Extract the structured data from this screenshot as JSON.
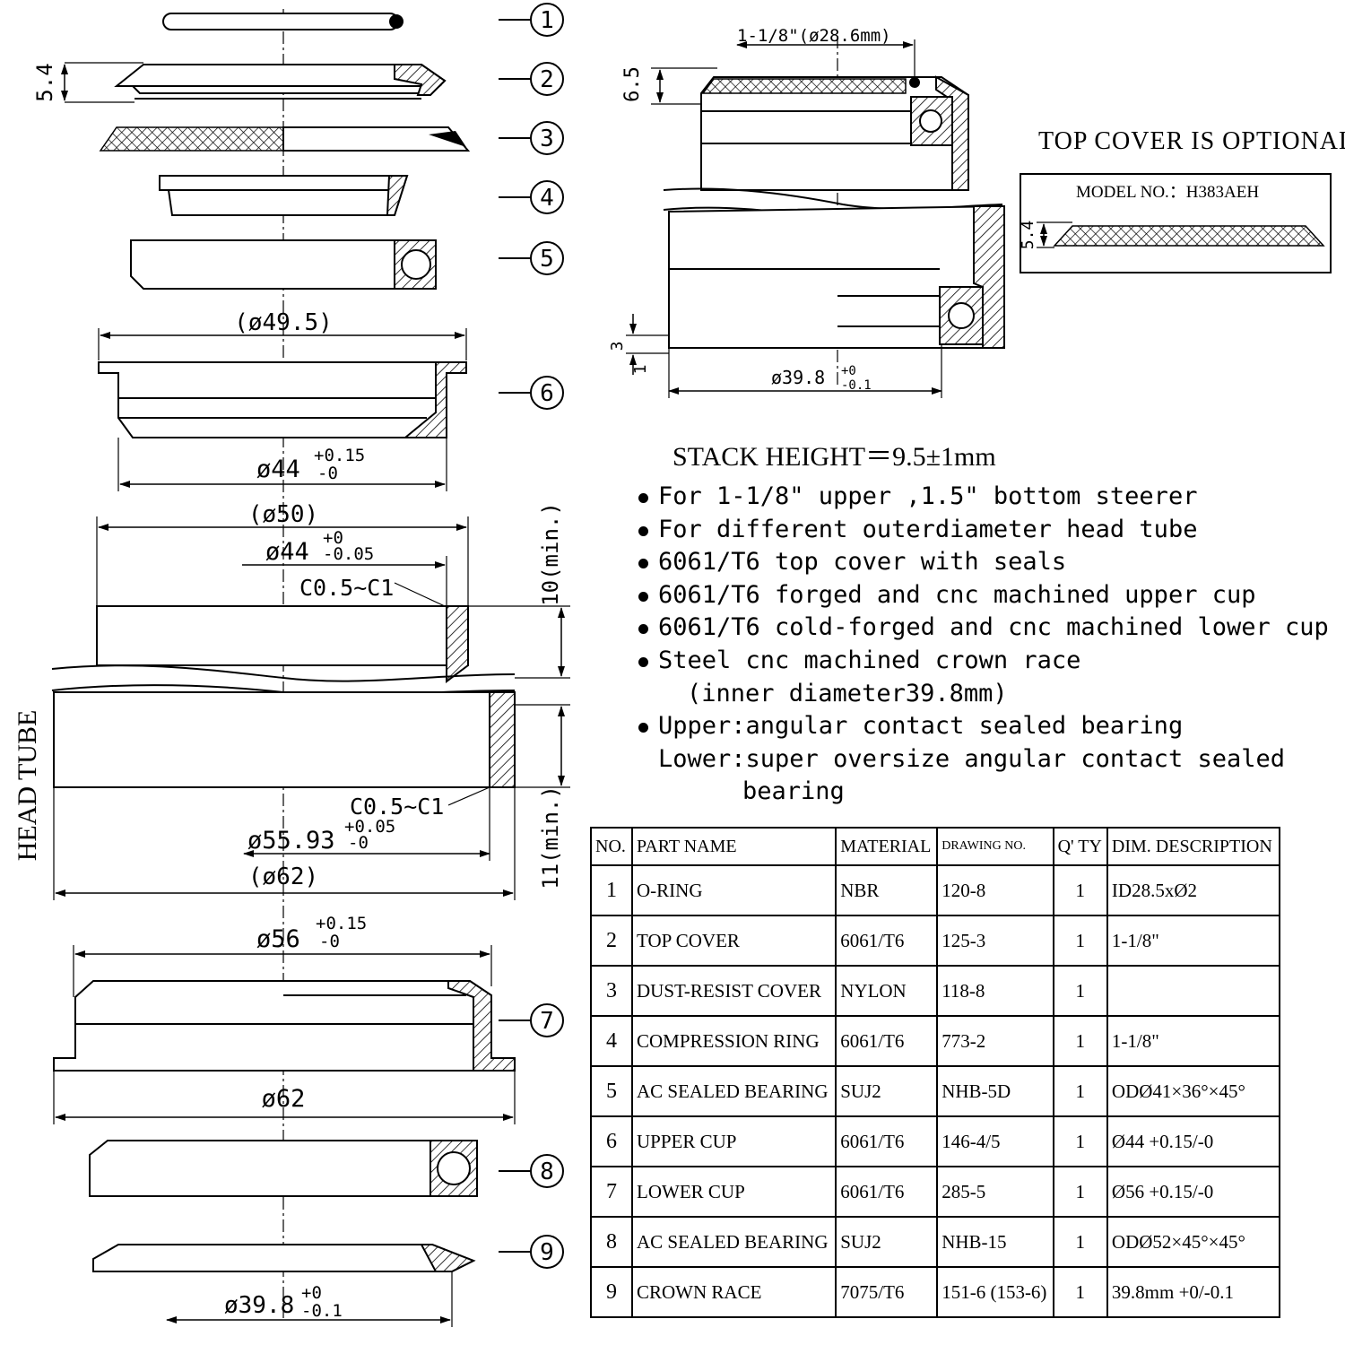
{
  "parts_callouts": [
    "1",
    "2",
    "3",
    "4",
    "5",
    "6",
    "7",
    "8",
    "9"
  ],
  "dimensions": {
    "cover_height": "5.4",
    "upper_cup_outer": "(ø49.5)",
    "upper_cup_fit": "ø44",
    "upper_cup_fit_tol_plus": "+0.15",
    "upper_cup_fit_tol_minus": "-0",
    "head_top_outer": "(ø50)",
    "head_top_bore": "ø44",
    "head_top_bore_tol_plus": "+0",
    "head_top_bore_tol_minus": "-0.05",
    "chamfer_top": "C0.5~C1",
    "depth_top": "10(min.)",
    "chamfer_bottom": "C0.5~C1",
    "depth_bottom": "11(min.)",
    "head_bottom_bore": "ø55.93",
    "head_bottom_bore_tol_plus": "+0.05",
    "head_bottom_bore_tol_minus": "-0",
    "head_bottom_outer": "(ø62)",
    "head_tube_label": "HEAD TUBE",
    "lower_cup_fit": "ø56",
    "lower_cup_fit_tol_plus": "+0.15",
    "lower_cup_fit_tol_minus": "-0",
    "lower_cup_flange": "ø62",
    "crown_race": "ø39.8",
    "crown_race_tol_plus": "+0",
    "crown_race_tol_minus": "-0.1"
  },
  "assembly": {
    "steerer_dim": "1-1/8\"(ø28.6mm)",
    "top_height": "6.5",
    "bottom_3": "3",
    "bottom_1": "1",
    "crown_dim": "ø39.8",
    "crown_tol_plus": "+0",
    "crown_tol_minus": "-0.1"
  },
  "top_cover_note": {
    "title": "TOP COVER IS OPTIONAL",
    "model": "MODEL NO.：H383AEH",
    "height": "5.4"
  },
  "stack_height": "STACK HEIGHT＝9.5±1mm",
  "notes": [
    {
      "text": "For 1-1/8\" upper ,1.5\" bottom steerer",
      "bullet": true
    },
    {
      "text": "For different outerdiameter head tube",
      "bullet": true
    },
    {
      "text": "6061/T6 top cover with seals",
      "bullet": true
    },
    {
      "text": "6061/T6 forged and cnc machined upper cup",
      "bullet": true
    },
    {
      "text": "6061/T6 cold-forged and cnc machined lower cup",
      "bullet": true
    },
    {
      "text": "Steel cnc machined crown race",
      "bullet": true
    },
    {
      "text": "(inner diameter39.8mm)",
      "bullet": false,
      "indent": "sub"
    },
    {
      "text": "Upper:angular contact sealed bearing",
      "bullet": true
    },
    {
      "text": "Lower:super oversize angular contact sealed",
      "bullet": false,
      "indent": "none"
    },
    {
      "text": "bearing",
      "bullet": false,
      "indent": "cont2"
    }
  ],
  "table": {
    "headers": [
      "NO.",
      "PART NAME",
      "MATERIAL",
      "DRAWING NO.",
      "Q' TY",
      "DIM. DESCRIPTION"
    ],
    "rows": [
      {
        "no": "1",
        "name": "O-RING",
        "material": "NBR",
        "drawing": "120-8",
        "qty": "1",
        "dim": "ID28.5xØ2"
      },
      {
        "no": "2",
        "name": "TOP COVER",
        "material": "6061/T6",
        "drawing": "125-3",
        "qty": "1",
        "dim": "1-1/8\""
      },
      {
        "no": "3",
        "name": "DUST-RESIST COVER",
        "material": "NYLON",
        "drawing": "118-8",
        "qty": "1",
        "dim": ""
      },
      {
        "no": "4",
        "name": "COMPRESSION RING",
        "material": "6061/T6",
        "drawing": "773-2",
        "qty": "1",
        "dim": "1-1/8\""
      },
      {
        "no": "5",
        "name": "AC SEALED BEARING",
        "material": "SUJ2",
        "drawing": "NHB-5D",
        "qty": "1",
        "dim": "ODØ41×36°×45°"
      },
      {
        "no": "6",
        "name": "UPPER CUP",
        "material": "6061/T6",
        "drawing": "146-4/5",
        "qty": "1",
        "dim": "Ø44 +0.15/-0"
      },
      {
        "no": "7",
        "name": "LOWER CUP",
        "material": "6061/T6",
        "drawing": "285-5",
        "qty": "1",
        "dim": "Ø56 +0.15/-0"
      },
      {
        "no": "8",
        "name": "AC SEALED BEARING",
        "material": "SUJ2",
        "drawing": "NHB-15",
        "qty": "1",
        "dim": "ODØ52×45°×45°"
      },
      {
        "no": "9",
        "name": "CROWN RACE",
        "material": "7075/T6",
        "drawing": "151-6 (153-6)",
        "qty": "1",
        "dim": "39.8mm +0/-0.1"
      }
    ]
  }
}
